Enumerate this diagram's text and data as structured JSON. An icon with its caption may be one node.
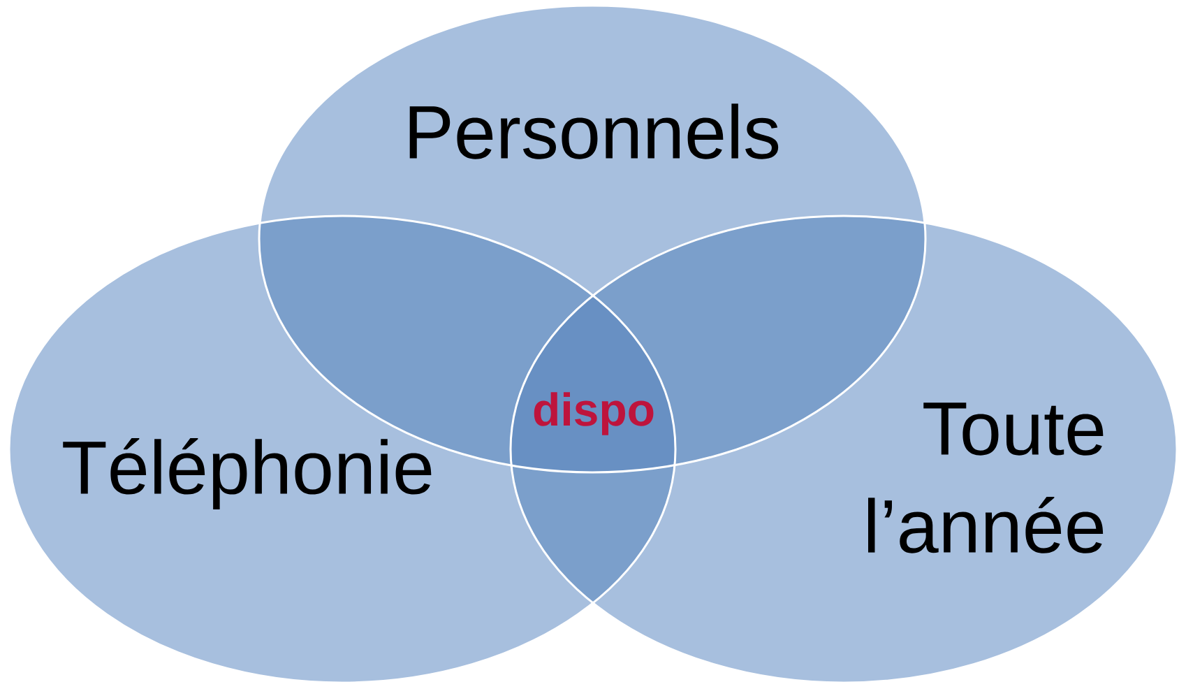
{
  "diagram": {
    "nodes": [
      {
        "text": [
          "Personnels"
        ]
      },
      {
        "text": [
          "Téléphonie"
        ]
      },
      {
        "text": [
          "Toute l’année"
        ]
      }
    ],
    "labels": [
      "dispo"
    ]
  }
}
